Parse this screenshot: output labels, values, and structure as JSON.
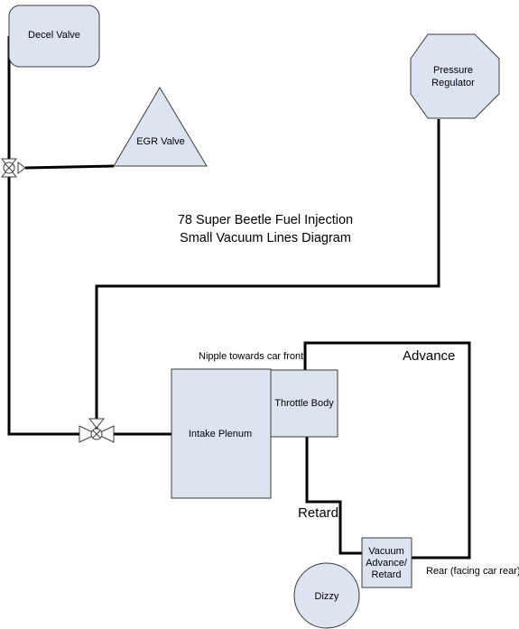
{
  "title": {
    "line1": "78 Super Beetle Fuel Injection",
    "line2": "Small Vacuum Lines Diagram"
  },
  "components": {
    "decel_valve": "Decel Valve",
    "egr_valve": "EGR Valve",
    "pressure_regulator_line1": "Pressure",
    "pressure_regulator_line2": "Regulator",
    "intake_plenum": "Intake Plenum",
    "throttle_body": "Throttle Body",
    "vacuum_advance_line1": "Vacuum",
    "vacuum_advance_line2": "Advance/",
    "vacuum_advance_line3": "Retard",
    "dizzy": "Dizzy"
  },
  "labels": {
    "nipple_front": "Nipple towards car front",
    "advance": "Advance",
    "retard": "Retard",
    "rear": "Rear (facing car rear)"
  },
  "colors": {
    "shape_fill": "#dce4f2",
    "shape_stroke": "#3c3c3c",
    "line": "#000000"
  }
}
